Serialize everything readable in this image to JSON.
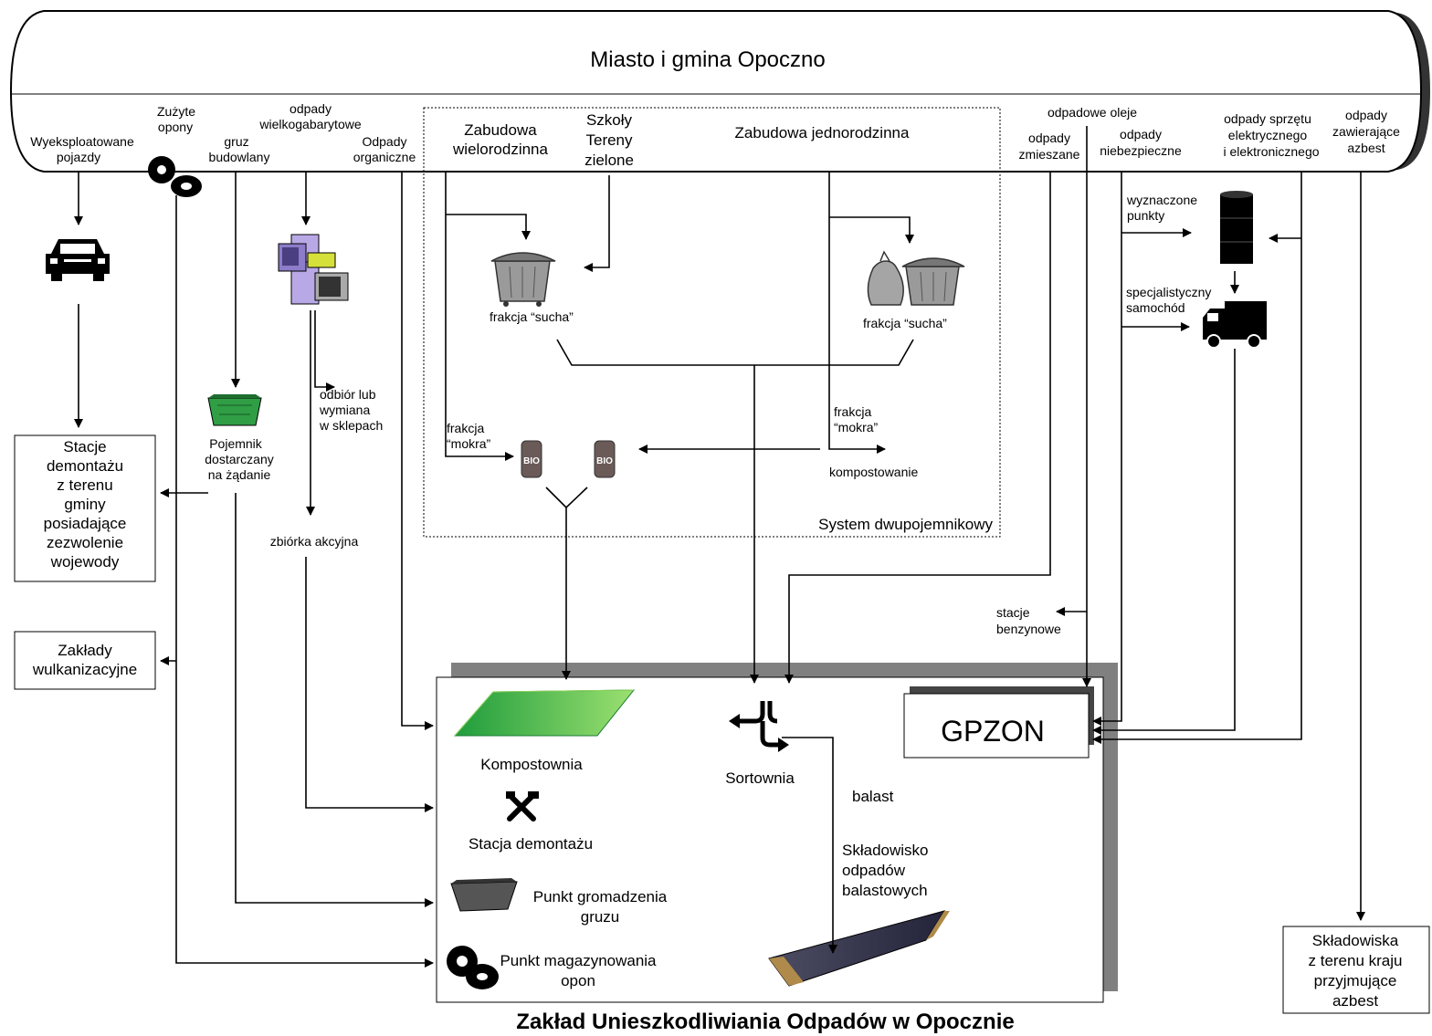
{
  "diagram": {
    "title": "Miasto i gmina Opoczno",
    "footer_title": "Zakład Unieszkodliwiania Odpadów w Opocznie",
    "sources": {
      "vehicles": [
        "Wyeksploatowane",
        "pojazdy"
      ],
      "tires": [
        "Zużyte",
        "opony"
      ],
      "rubble": [
        "gruz",
        "budowlany"
      ],
      "bulky": [
        "odpady",
        "wielkogabarytowe"
      ],
      "organic": [
        "Odpady",
        "organiczne"
      ],
      "multi_family": [
        "Zabudowa",
        "wielorodzinna"
      ],
      "schools": [
        "Szkoły",
        "Tereny",
        "zielone"
      ],
      "single_family": "Zabudowa jednorodzinna",
      "waste_oils": "odpadowe oleje",
      "mixed": [
        "odpady",
        "zmieszane"
      ],
      "hazardous": [
        "odpady",
        "niebezpieczne"
      ],
      "electronics": [
        "odpady sprzętu",
        "elektrycznego",
        "i elektronicznego"
      ],
      "asbestos": [
        "odpady",
        "zawierające",
        "azbest"
      ]
    },
    "two_bin": {
      "name": "System dwupojemnikowy",
      "dry_left": "frakcja “sucha”",
      "dry_right": "frakcja “sucha”",
      "wet_left": [
        "frakcja",
        "“mokra”"
      ],
      "wet_right": [
        "frakcja",
        "“mokra”"
      ],
      "composting": "kompostowanie",
      "bio_label": "BIO"
    },
    "flows": {
      "container_on_demand": [
        "Pojemnik",
        "dostarczany",
        "na żądanie"
      ],
      "store_exchange": [
        "odbiór lub",
        "wymiana",
        "w sklepach"
      ],
      "collection_campaign": "zbiórka akcyjna",
      "designated_points": [
        "wyznaczone",
        "punkty"
      ],
      "special_vehicle": [
        "specjalistyczny",
        "samochód"
      ],
      "gas_stations": [
        "stacje",
        "benzynowe"
      ],
      "ballast": "balast"
    },
    "external": {
      "dismantling_stations": [
        "Stacje",
        "demontażu",
        "z terenu",
        "gminy",
        "posiadające",
        "zezwolenie",
        "wojewody"
      ],
      "vulcanizing": [
        "Zakłady",
        "wulkanizacyjne"
      ],
      "asbestos_landfills": [
        "Składowiska",
        "z terenu kraju",
        "przyjmujące",
        "azbest"
      ]
    },
    "plant": {
      "composting": "Kompostownia",
      "sorting": "Sortownia",
      "gpzon": "GPZON",
      "dismantling": "Stacja demontażu",
      "rubble_point": [
        "Punkt gromadzenia",
        "gruzu"
      ],
      "tire_storage": [
        "Punkt magazynowania",
        "opon"
      ],
      "ballast_landfill": [
        "Składowisko",
        "odpadów",
        "balastowych"
      ]
    }
  },
  "colors": {
    "line": "#000000",
    "compost_green": "#2db34a",
    "compost_light": "#8fd65a",
    "container_green": "#3aa84a",
    "shadow_grey": "#808080",
    "bin_grey": "#9a9a9a",
    "bio_brown": "#6a5a58",
    "landfill_dark": "#2e2e46"
  }
}
